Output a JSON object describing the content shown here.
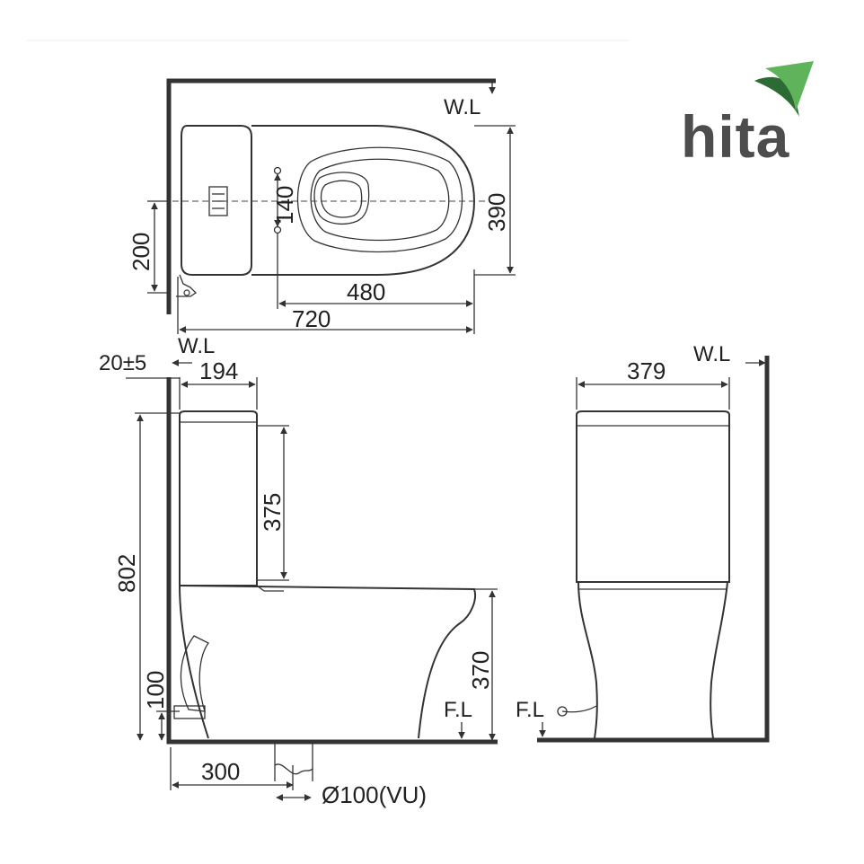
{
  "brand": {
    "name": "hita",
    "colors": {
      "leaf_dark": "#2e6b34",
      "leaf_light": "#5fb35a",
      "text": "#4d4d4d"
    }
  },
  "top_view": {
    "wall_label": "W.L",
    "dims": {
      "width": "390",
      "offset": "200",
      "hole_spacing": "140",
      "inner_length": "480",
      "total_length": "720"
    }
  },
  "side_view": {
    "wall_label": "W.L",
    "wall_gap": "20±5",
    "floor_label": "F.L",
    "dims": {
      "tank_depth": "194",
      "tank_height": "375",
      "total_height": "802",
      "inlet_height": "100",
      "seat_height": "370",
      "drain_offset": "300",
      "drain_diameter": "Ø100(VU)"
    }
  },
  "front_view": {
    "wall_label": "W.L",
    "floor_label": "F.L",
    "dims": {
      "tank_width": "379"
    }
  }
}
